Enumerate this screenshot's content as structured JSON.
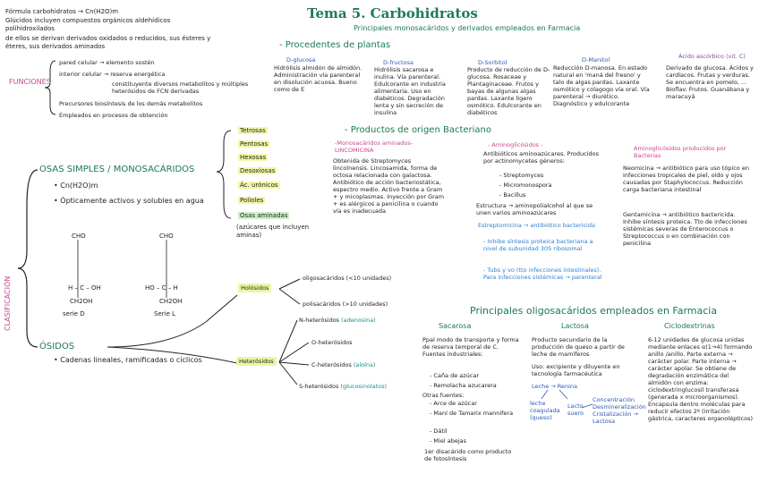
{
  "title": "Tema 5. Carbohidratos",
  "intro": {
    "formula": "Fórmula carbohidratos → Cn(H2O)m",
    "glucidos": "Glúcidos incluyen compuestos orgánicos aldehídicos polihidroxilados",
    "derivados": "de ellos se derivan derivados oxidados o reducidos, sus ésteres y éteres, sus derivados aminados"
  },
  "funciones": {
    "label": "FUNCIONES",
    "items": [
      "pared celular → elemento sostén",
      "interior celular → reserva energética",
      "constituyente diversos metabolitos y múltiples heterósidos de FCN derivadas",
      "Precursores biosíntesis de los demás metabolitos",
      "Empleados en procesos de obtención"
    ]
  },
  "clasificacion": {
    "label": "CLASIFICACIÓN",
    "osas_title": "OSAS SIMPLES / MONOSACÁRIDOS",
    "osas_points": [
      "Cn(H2O)m",
      "Ópticamente activos y solubles en agua"
    ],
    "osas_types": [
      "Tetrosas",
      "Pentosas",
      "Hexosas",
      "Desoxiosas",
      "Ác. urónicos",
      "Polioles",
      "Osas aminadas"
    ],
    "azucares_note": "(azúcares que incluyen aminas)",
    "serie_d": {
      "label": "serie D",
      "top": "CHO",
      "mid": "H – C – OH",
      "bottom": "CH2OH"
    },
    "serie_l": {
      "label": "Serie L",
      "top": "CHO",
      "mid": "HO – C – H",
      "bottom": "CH2OH"
    },
    "osidos_title": "ÓSIDOS",
    "osidos_point": "Cadenas lineales, ramificadas o cíclicos",
    "holosidos": "Holósidos",
    "heterosidos": "Heterósidos",
    "holo_items": [
      "oligosacáridos (<10 unidades)",
      "polisacáridos (>10 unidades)"
    ],
    "hetero_items": [
      {
        "name": "N-heterósidos",
        "example": "(adenosina)"
      },
      {
        "name": "O-heterósidos",
        "example": ""
      },
      {
        "name": "C-heterósidos",
        "example": "(aloína)"
      },
      {
        "name": "S-heterósidos",
        "example": "(glucosinolatos)"
      }
    ]
  },
  "mono_farmacia": {
    "heading": "Principales monosacáridos y derivados empleados en Farmacia",
    "plantas_heading": "- Procedentes de plantas",
    "plantas": [
      {
        "name": "D-glucosa",
        "text": "Hidrólisis almidón de almidón. Administración vía parenteral en disolución acuosa. Bueno como de E"
      },
      {
        "name": "D-fructosa",
        "text": "Hidrólisis sacarosa e inulina. Vía parenteral. Edulcorante en industria alimentaria. Uso en diabéticos. Degradación lenta y sin secreción de insulina"
      },
      {
        "name": "D-Sorbitol",
        "text": "Producto de reducción de D-glucosa. Rosaceae y Plantaginaceae. Frutos y bayas de algunas algas pardas. Laxante ligero osmótico. Edulcorante en diabéticos"
      },
      {
        "name": "D-Manitol",
        "text": "Reducción D-manosa. En estado natural en 'maná del fresno' y talo de algas pardas. Laxante osmótico y colagogo vía oral. Vía parenteral → diurético. Diagnóstico y edulcorante"
      },
      {
        "name": "Ácido ascórbico (vit. C)",
        "text": "Derivado de glucosa. Ácidos y cardíacos. Frutas y verduras. Se encuentra en pomelo, ... Bioflav. Frutos. Guanábana y maracuyá"
      }
    ],
    "bacteriano_heading": "- Productos de origen Bacteriano",
    "monosacaridos_aminados": {
      "title": "-Monosacáridos aminados- LINCOMICINA",
      "text": "Obtenida de Streptomyces lincolnensis. Lincosamida, forma de octosa relacionada con galactosa. Antibiótico de acción bacteriostática, espectro medio. Activo frente a Gram + y micoplasmas. Inyección por Gram + es alérgicos a penicilina o cuando vía es inadecuada"
    },
    "aminoglicosidos": {
      "title": "- Aminoglicósidos -",
      "text": "Antibióticos aminoazúcares. Producidos por actinomycetes géneros:",
      "genres": [
        "Streptomyces",
        "Micromonospora",
        "Bacillus"
      ],
      "estructura": "Estructura → aminopolialcohol al que se unen varios aminoazúcares",
      "estreptomicina": "Estreptomicina → antibiótico bactericida",
      "estrep_points": [
        "Inhibe síntesis proteica bacteriana a nivel de subunidad 30S ribosomal",
        "Tubs y vo (tto infecciones intestinales). Para infecciones sistémicas → parenteral"
      ]
    },
    "aminoglicosidos_bacterias": {
      "title": "Aminoglicósidos producidos por Bacterias",
      "neomicina": "Neomicina → antibiótico para uso tópico en infecciones tropicales de piel, oído y ojos causadas por Staphylococcus. Reducción carga bacteriana intestinal",
      "gentamicina": "Gentamicina → antibiótico bactericida. Inhibe síntesis proteica. Tto de infecciones sistémicas severas de Enterococcus o Streptococcus o en combinación con penicilina"
    }
  },
  "oligo_farmacia": {
    "heading": "Principales oligosacáridos empleados en Farmacia",
    "sacarosa": {
      "title": "Sacarosa",
      "text": "Ppal modo de transporte y forma de reserva temporal de C. Fuentes industriales:",
      "sources": [
        "Caña de azúcar",
        "Remolacha azucarera"
      ],
      "otras": "Otras fuentes:",
      "otras_items": [
        "Arce de azúcar",
        "Maní de Tamarix mannifera",
        "Dátil",
        "Miel abejas"
      ],
      "note": "1er disacárido como producto de fotosíntesis"
    },
    "lactosa": {
      "title": "Lactosa",
      "text": "Producto secundario de la producción de queso a partir de leche de mamíferos",
      "uso": "Uso: excipiente y diluyente en tecnología farmacéutica",
      "chain": "Leche → Renina",
      "leche_coagulada": "leche coagulada (queso)",
      "lacto_suero": "Lacto suero",
      "process": "Concentración Desmineralización Cristalización → Lactosa"
    },
    "ciclodextrinas": {
      "title": "Ciclodextrinas",
      "text": "6-12 unidades de glucosa unidas mediante enlaces α(1→4) formando anillo /anillo. Parte externa → carácter polar. Parte interna → carácter apolar. Se obtiene de degradación enzimática del almidón con enzima: ciclodextringlucosil transferasa (generada x microorganismos). Encapsula dentro moléculas para reducir efectos 2º (irritación gástrica, caracteres organolépticos)"
    }
  }
}
